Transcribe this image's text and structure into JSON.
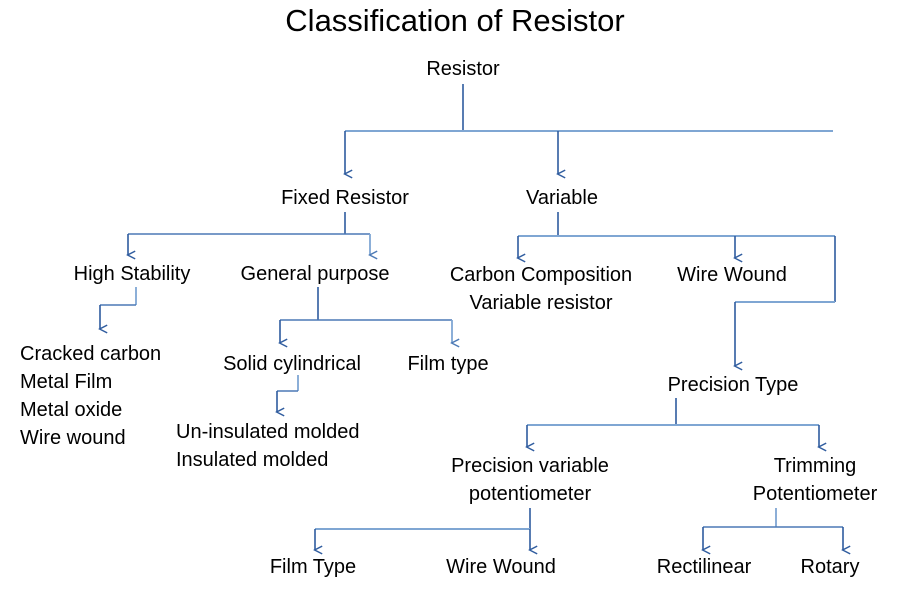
{
  "diagram": {
    "title": "Classification of Resistor",
    "colors": {
      "line_dark": "#2E5B9E",
      "line_light": "#7FA6D3",
      "text": "#000000",
      "background": "#FFFFFF"
    },
    "nodes": {
      "root": "Resistor",
      "fixed_resistor": "Fixed Resistor",
      "variable": "Variable",
      "high_stability": "High Stability",
      "general_purpose": "General purpose",
      "carbon_composition": "Carbon Composition\nVariable resistor",
      "wire_wound_variable": "Wire Wound",
      "high_stability_list": "Cracked carbon\nMetal Film\nMetal oxide\nWire wound",
      "solid_cylindrical": "Solid cylindrical",
      "film_type_fixed": "Film type",
      "molded_list": "Un-insulated molded\nInsulated molded",
      "precision_type": "Precision Type",
      "precision_variable_potentiometer": "Precision variable\npotentiometer",
      "trimming_potentiometer": "Trimming\nPotentiometer",
      "film_type_precision": "Film Type",
      "wire_wound_precision": "Wire Wound",
      "rectilinear": "Rectilinear",
      "rotary": "Rotary"
    }
  }
}
